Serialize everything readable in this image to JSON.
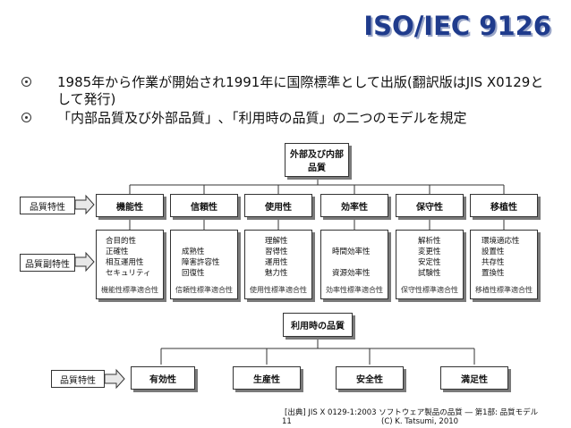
{
  "title": "ISO/IEC 9126",
  "bullets": [
    "1985年から作業が開始され1991年に国際標準として出版(翻訳版はJIS X0129として発行)",
    "「内部品質及び外部品質」､「利用時の品質」の二つのモデルを規定"
  ],
  "model1": {
    "root": "外部及び内部\n品質",
    "char_label": "品質特性",
    "subchar_label": "品質副特性",
    "characteristics": [
      {
        "name": "機能性",
        "subs": [
          "合目的性",
          "正確性",
          "相互運用性",
          "セキュリティ"
        ],
        "conformance": "機能性標準適合性"
      },
      {
        "name": "信頼性",
        "subs": [
          "成熟性",
          "障害許容性",
          "回復性"
        ],
        "conformance": "信頼性標準適合性"
      },
      {
        "name": "使用性",
        "subs": [
          "理解性",
          "習得性",
          "運用性",
          "魅力性"
        ],
        "conformance": "使用性標準適合性"
      },
      {
        "name": "効率性",
        "subs": [
          "時間効率性",
          "",
          "資源効率性"
        ],
        "conformance": "効率性標準適合性"
      },
      {
        "name": "保守性",
        "subs": [
          "解析性",
          "変更性",
          "安定性",
          "試験性"
        ],
        "conformance": "保守性標準適合性"
      },
      {
        "name": "移植性",
        "subs": [
          "環境適応性",
          "設置性",
          "共存性",
          "置換性"
        ],
        "conformance": "移植性標準適合性"
      }
    ]
  },
  "model2": {
    "root": "利用時の品質",
    "char_label": "品質特性",
    "characteristics": [
      "有効性",
      "生産性",
      "安全性",
      "満足性"
    ]
  },
  "footer": {
    "source": "[出典] JIS X 0129-1:2003 ソフトウェア製品の品質 ― 第1部: 品質モデル",
    "copyright": "(C) K. Tatsumi, 2010",
    "page": "11"
  }
}
